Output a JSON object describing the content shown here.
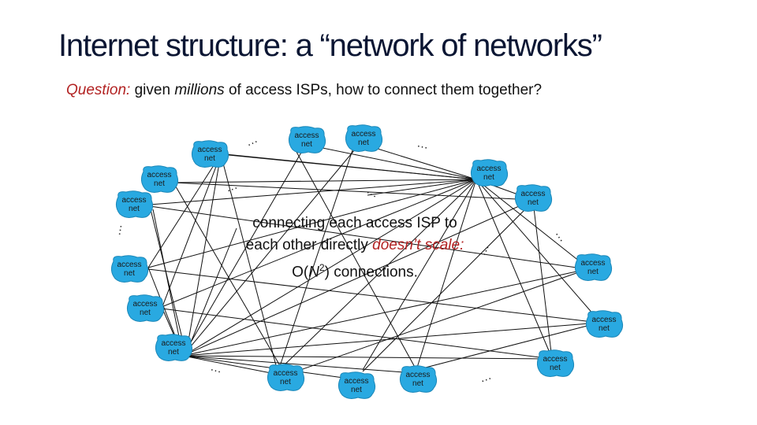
{
  "title": "Internet structure: a “network of networks”",
  "question": {
    "prefix": "Question:",
    "part1": " given ",
    "emphasis": "millions",
    "part2": " of access ISPs, how to connect them together?"
  },
  "caption": {
    "line1": "connecting each access ISP to",
    "line2_prefix": "each other directly ",
    "line2_emphasis": "doesn’t scale:",
    "line3_prefix": "O(",
    "line3_N": "N",
    "line3_exp": "2",
    "line3_suffix": ") connections."
  },
  "net_label_line1": "access",
  "net_label_line2": "net",
  "ellipsis": "…",
  "colors": {
    "cloud": "#29a9e1",
    "cloud_edge": "#1b87b8",
    "line": "#111111",
    "accent_red": "#b22222"
  }
}
